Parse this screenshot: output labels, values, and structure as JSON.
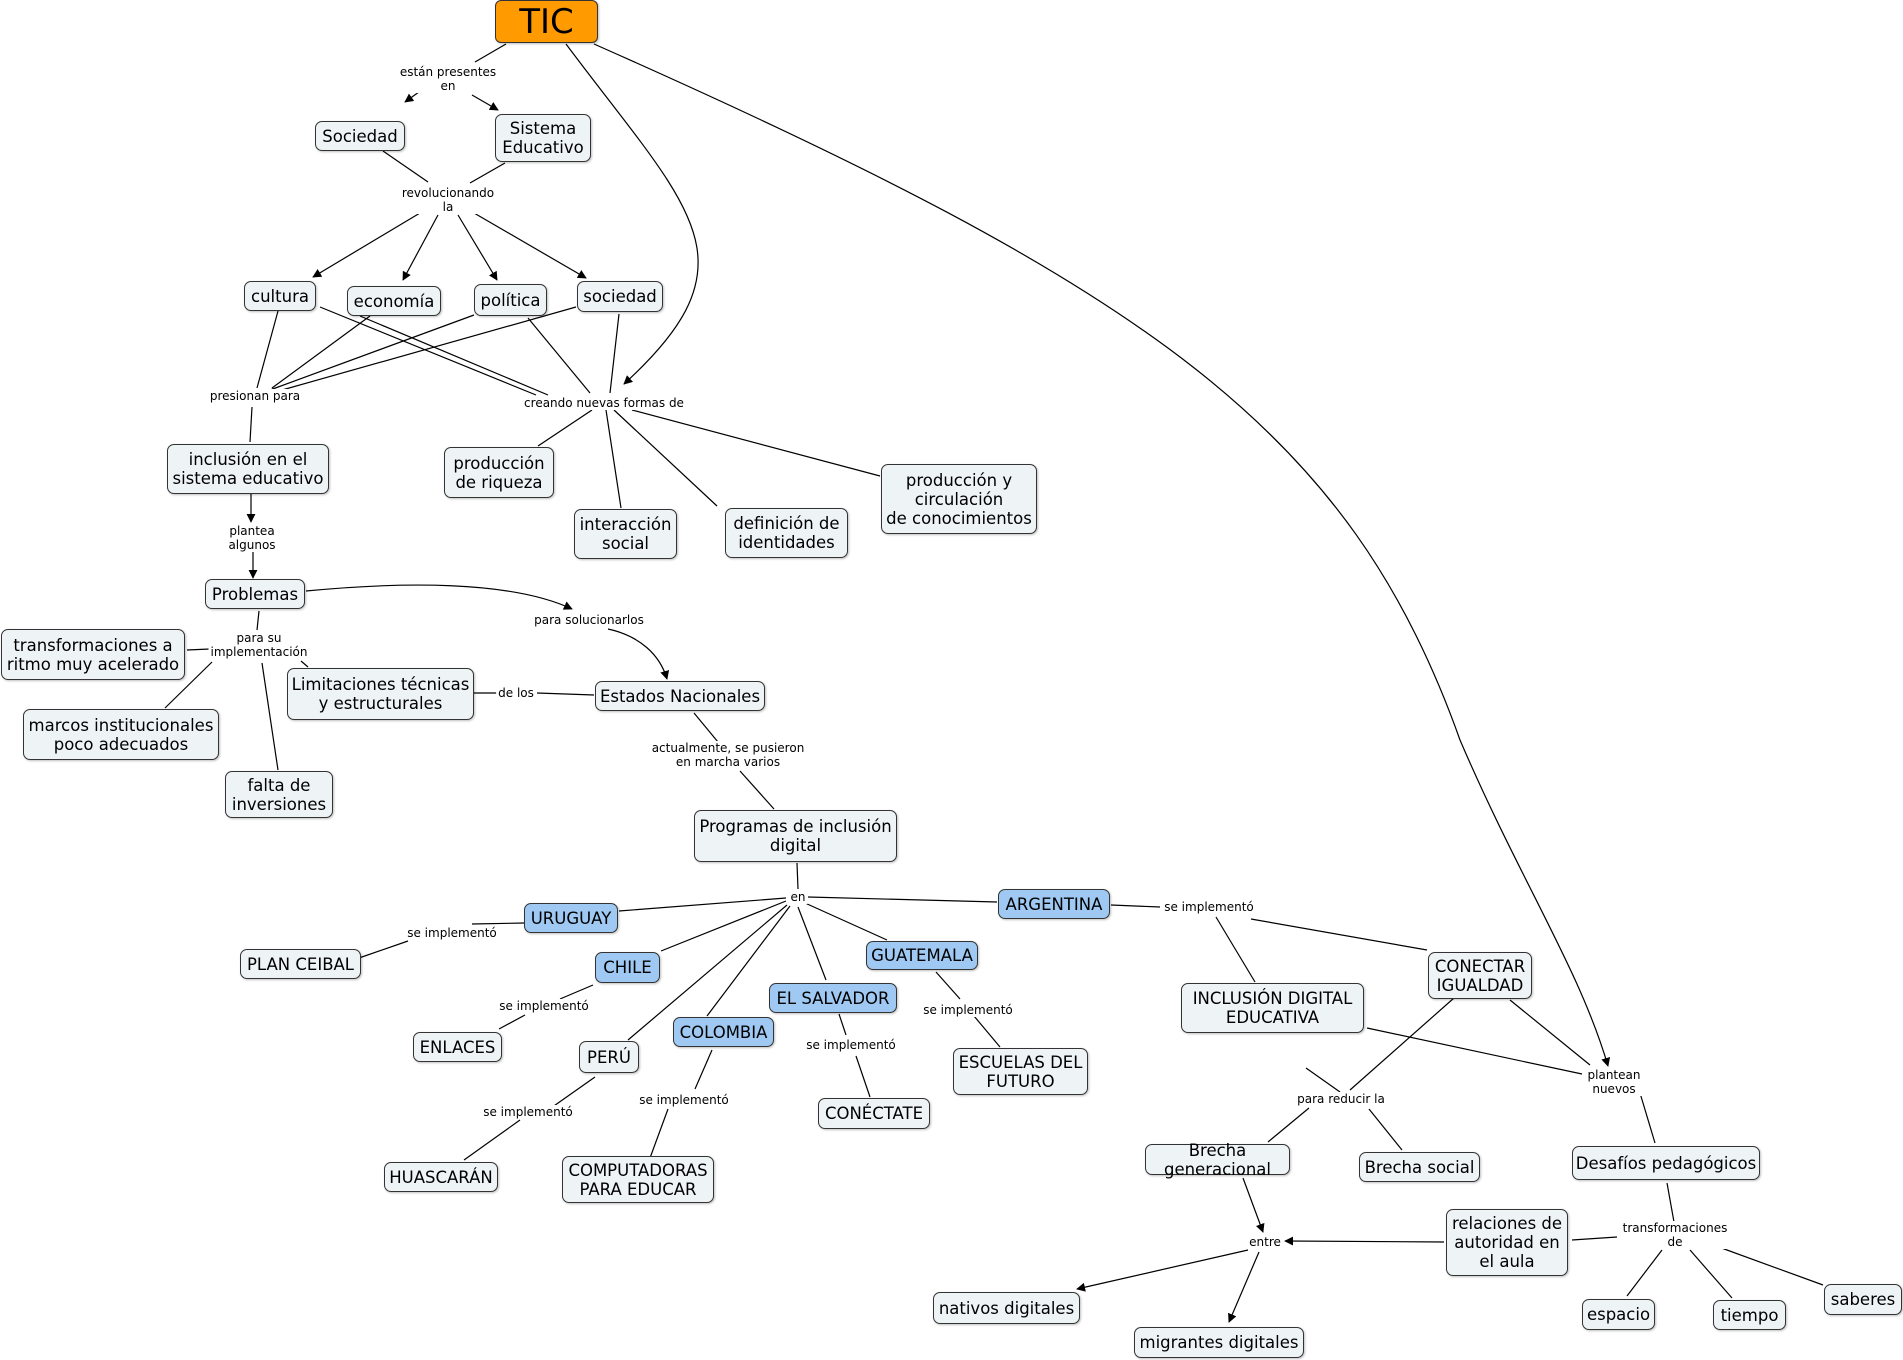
{
  "concepts": {
    "tic": "TIC",
    "sociedad": "Sociedad",
    "sistema_educativo": "Sistema\nEducativo",
    "cultura": "cultura",
    "economia": "economía",
    "politica": "política",
    "sociedad2": "sociedad",
    "inclusion": "inclusión en el\nsistema educativo",
    "produccion_riqueza": "producción\nde riqueza",
    "interaccion_social": "interacción\nsocial",
    "definicion_identidades": "definición de\nidentidades",
    "produccion_circulacion": "producción y\ncirculación\nde conocimientos",
    "problemas": "Problemas",
    "transformaciones": "transformaciones a\nritmo muy acelerado",
    "limitaciones": "Limitaciones técnicas\ny estructurales",
    "marcos": "marcos institucionales\npoco adecuados",
    "falta": "falta de\ninversiones",
    "estados": "Estados Nacionales",
    "programas": "Programas de inclusión\ndigital",
    "uruguay": "URUGUAY",
    "argentina": "ARGENTINA",
    "plan_ceibal": "PLAN CEIBAL",
    "chile": "CHILE",
    "guatemala": "GUATEMALA",
    "el_salvador": "EL SALVADOR",
    "enlaces": "ENLACES",
    "colombia": "COLOMBIA",
    "peru": "PERÚ",
    "escuelas": "ESCUELAS DEL\nFUTURO",
    "conectate": "CONÉCTATE",
    "huascaran": "HUASCARÁN",
    "computadoras": "COMPUTADORAS\nPARA EDUCAR",
    "inclusion_digital": "INCLUSIÓN DIGITAL\nEDUCATIVA",
    "conectar": "CONECTAR\nIGUALDAD",
    "brecha_gen": "Brecha generacional",
    "brecha_social": "Brecha social",
    "desafios": "Desafíos pedagógicos",
    "relaciones": "relaciones de\nautoridad en\nel aula",
    "nativos": "nativos digitales",
    "migrantes": "migrantes digitales",
    "espacio": "espacio",
    "tiempo": "tiempo",
    "saberes": "saberes"
  },
  "linking_phrases": {
    "estan_presentes": "están presentes\nen",
    "revolucionando": "revolucionando\nla",
    "presionan": "presionan para",
    "creando": "creando nuevas formas de",
    "plantea": "plantea\nalgunos",
    "para_su": "para su\nimplementación",
    "para_solucionarlos": "para solucionarlos",
    "de_los": "de los",
    "actualmente": "actualmente, se pusieron\nen marcha varios",
    "en": "en",
    "se_impl_uy": "se implementó",
    "se_impl_ar": "se implementó",
    "se_impl_cl": "se implementó",
    "se_impl_gt": "se implementó",
    "se_impl_sv": "se implementó",
    "se_impl_pe": "se implementó",
    "se_impl_co": "se implementó",
    "plantean": "plantean\nnuevos",
    "para_reducir": "para reducir la",
    "transformaciones_de": "transformaciones\nde",
    "entre": "entre"
  }
}
